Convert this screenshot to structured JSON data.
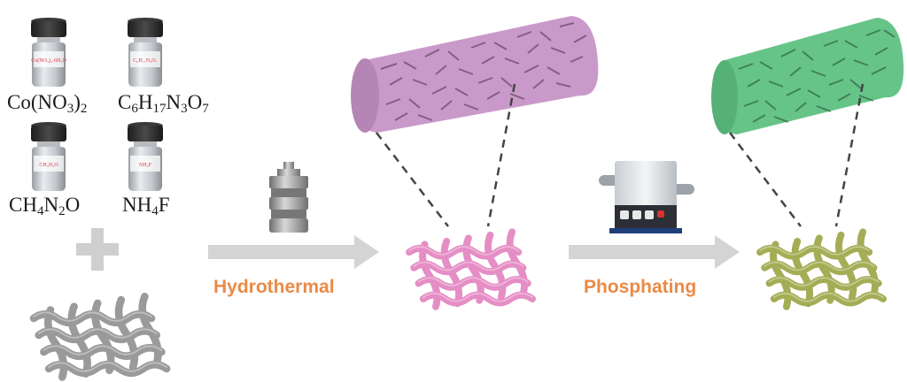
{
  "reagents": [
    {
      "formula_main": "Co(NO",
      "sub1": "3",
      "formula_mid": ")",
      "sub2": "2",
      "bottle_label": "Co(NO₃)₂·6H₂O"
    },
    {
      "part1": "C",
      "sub1": "6",
      "part2": "H",
      "sub2": "17",
      "part3": "N",
      "sub3": "3",
      "part4": "O",
      "sub4": "7",
      "bottle_label": "C₆H₁₇N₃O₇"
    },
    {
      "part1": "CH",
      "sub1": "4",
      "part2": "N",
      "sub2": "2",
      "part3": "O",
      "bottle_label": "CH₄N₂O"
    },
    {
      "part1": "NH",
      "sub1": "4",
      "part2": "F",
      "bottle_label": "NH₄F"
    }
  ],
  "steps": {
    "hydrothermal": "Hydrothermal",
    "phosphating": "Phosphating"
  },
  "colors": {
    "arrow": "#d4d4d4",
    "step_text": "#ea8a45",
    "plus": "#cfcfcf",
    "mesh_raw": "#9a9a9a",
    "mesh_hydro": "#e58ec5",
    "mesh_phos": "#a4ad55",
    "cylinder_hydro": "#c99ac9",
    "cylinder_phos": "#67c489"
  },
  "icons": [
    "reagent-bottle-icon",
    "plus-icon",
    "autoclave-icon",
    "tube-furnace-icon",
    "arrow-right-icon",
    "fiber-mesh-icon",
    "nanosheet-cylinder-icon"
  ]
}
